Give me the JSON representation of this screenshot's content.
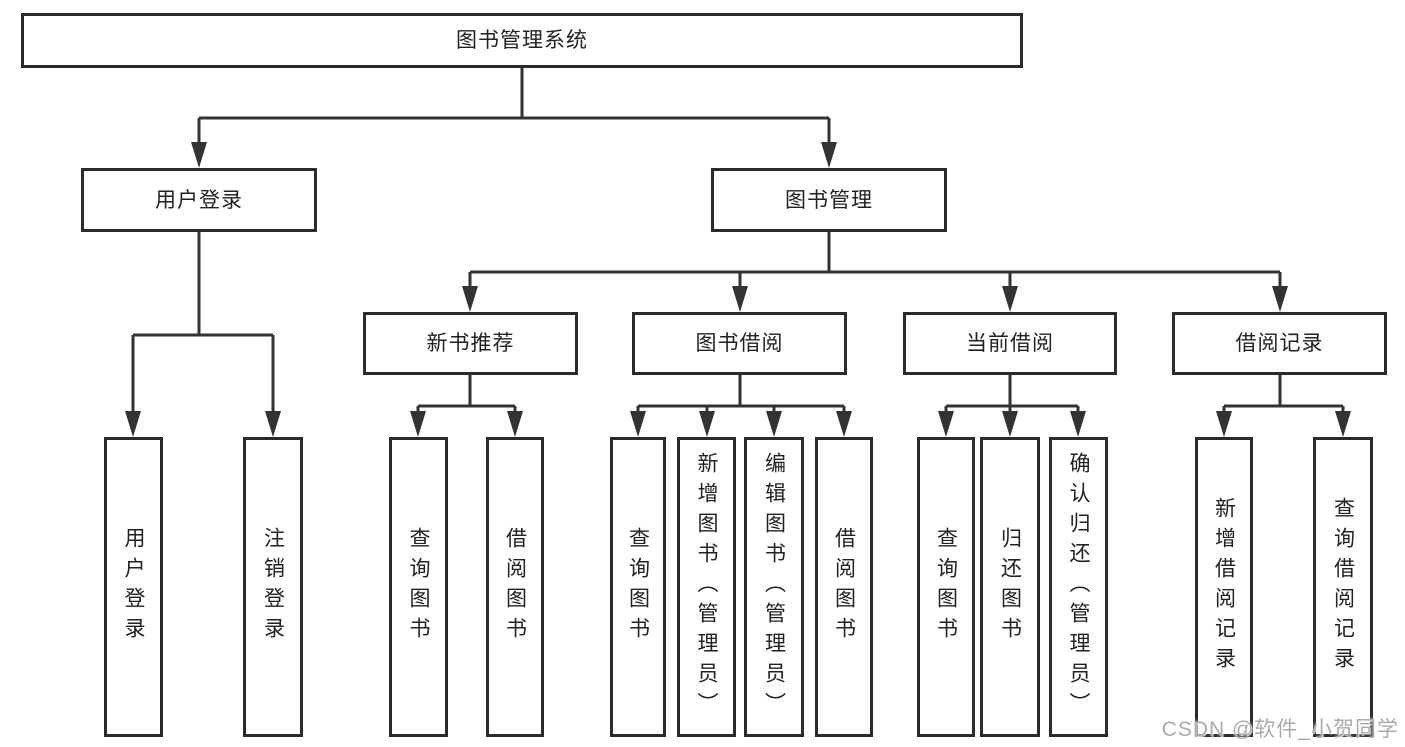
{
  "nodes": {
    "root": "图书管理系统",
    "user_login": "用户登录",
    "book_management": "图书管理",
    "new_book_recommend": "新书推荐",
    "book_borrowing": "图书借阅",
    "current_borrowing": "当前借阅",
    "borrowing_records": "借阅记录",
    "leaf_user_login": "用户登录",
    "leaf_logout_login": "注销登录",
    "leaf_nbr_query_books": "查询图书",
    "leaf_nbr_borrow_books": "借阅图书",
    "leaf_bb_query_books": "查询图书",
    "leaf_bb_add_books_admin": "新增图书（管理员）",
    "leaf_bb_edit_books_admin": "编辑图书（管理员）",
    "leaf_bb_borrow_books": "借阅图书",
    "leaf_cb_query_books": "查询图书",
    "leaf_cb_return_books": "归还图书",
    "leaf_cb_confirm_return_admin": "确认归还（管理员）",
    "leaf_br_add_record": "新增借阅记录",
    "leaf_br_query_record": "查询借阅记录"
  },
  "watermark": "CSDN @软件_小贺同学",
  "colors": {
    "line": "#333333",
    "border": "#2b2b2b",
    "text": "#222222",
    "watermark": "#ababab",
    "background": "#ffffff"
  }
}
